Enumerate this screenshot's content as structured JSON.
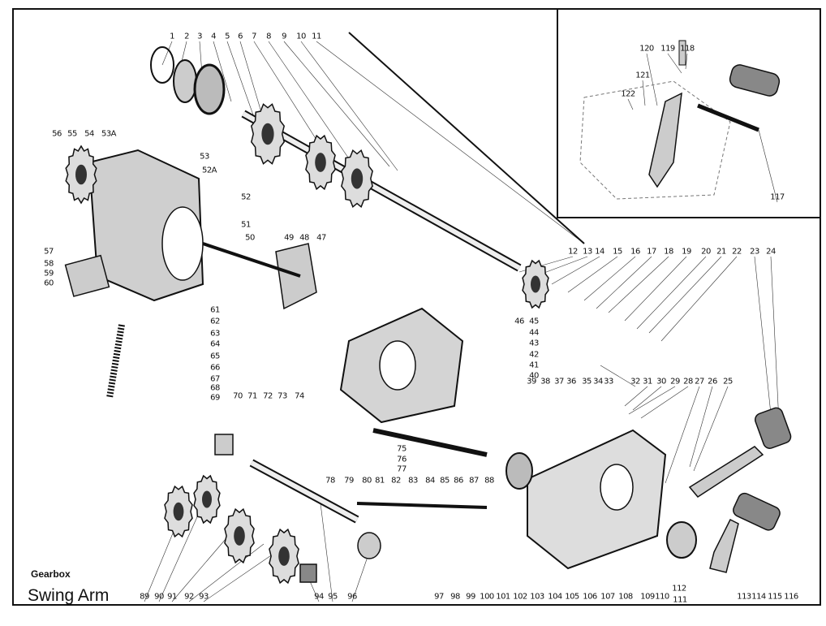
{
  "caption": {
    "category": "Gearbox",
    "title": "Swing Arm"
  },
  "part_numbers": [
    "1",
    "2",
    "3",
    "4",
    "5",
    "6",
    "7",
    "8",
    "9",
    "10",
    "11",
    "12",
    "13",
    "14",
    "15",
    "16",
    "17",
    "18",
    "19",
    "20",
    "21",
    "22",
    "23",
    "24",
    "25",
    "26",
    "27",
    "28",
    "29",
    "30",
    "31",
    "32",
    "33",
    "34",
    "35",
    "36",
    "37",
    "38",
    "39",
    "40",
    "41",
    "42",
    "43",
    "44",
    "45",
    "46",
    "47",
    "48",
    "49",
    "50",
    "51",
    "52",
    "52A",
    "53",
    "53A",
    "54",
    "55",
    "56",
    "57",
    "58",
    "59",
    "60",
    "61",
    "62",
    "63",
    "64",
    "65",
    "66",
    "67",
    "68",
    "69",
    "70",
    "71",
    "72",
    "73",
    "74",
    "75",
    "76",
    "77",
    "78",
    "79",
    "80",
    "81",
    "82",
    "83",
    "84",
    "85",
    "86",
    "87",
    "88",
    "89",
    "90",
    "91",
    "92",
    "93",
    "94",
    "95",
    "96",
    "97",
    "98",
    "99",
    "100",
    "101",
    "102",
    "103",
    "104",
    "105",
    "106",
    "107",
    "108",
    "109",
    "110",
    "111",
    "112",
    "113",
    "114",
    "115",
    "116",
    "117",
    "118",
    "119",
    "120",
    "121",
    "122"
  ]
}
